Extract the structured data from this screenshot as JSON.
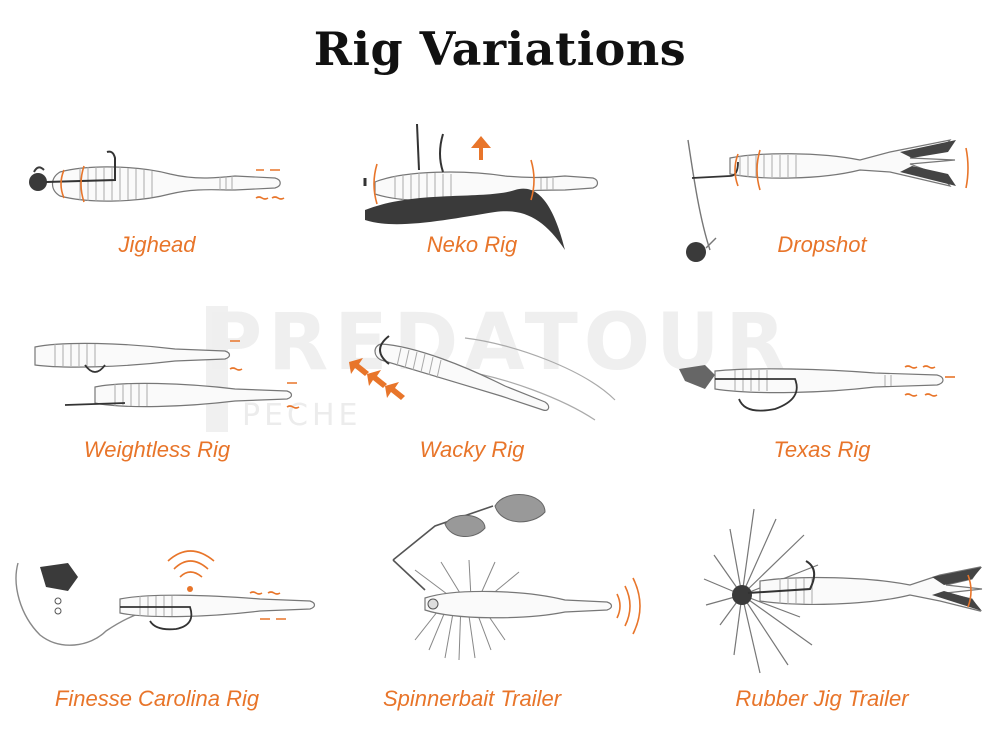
{
  "title": "Rig Variations",
  "watermark": {
    "brand": "PREDATOUR",
    "sub": "PECHE"
  },
  "colors": {
    "accent": "#e8752a",
    "label": "#e8752a",
    "line": "#555555",
    "weight": "#3a3a3a"
  },
  "rigs": [
    {
      "label": "Jighead"
    },
    {
      "label": "Neko Rig"
    },
    {
      "label": "Dropshot"
    },
    {
      "label": "Weightless Rig"
    },
    {
      "label": "Wacky Rig"
    },
    {
      "label": "Texas Rig"
    },
    {
      "label": "Finesse Carolina Rig"
    },
    {
      "label": "Spinnerbait Trailer"
    },
    {
      "label": "Rubber Jig Trailer"
    }
  ]
}
